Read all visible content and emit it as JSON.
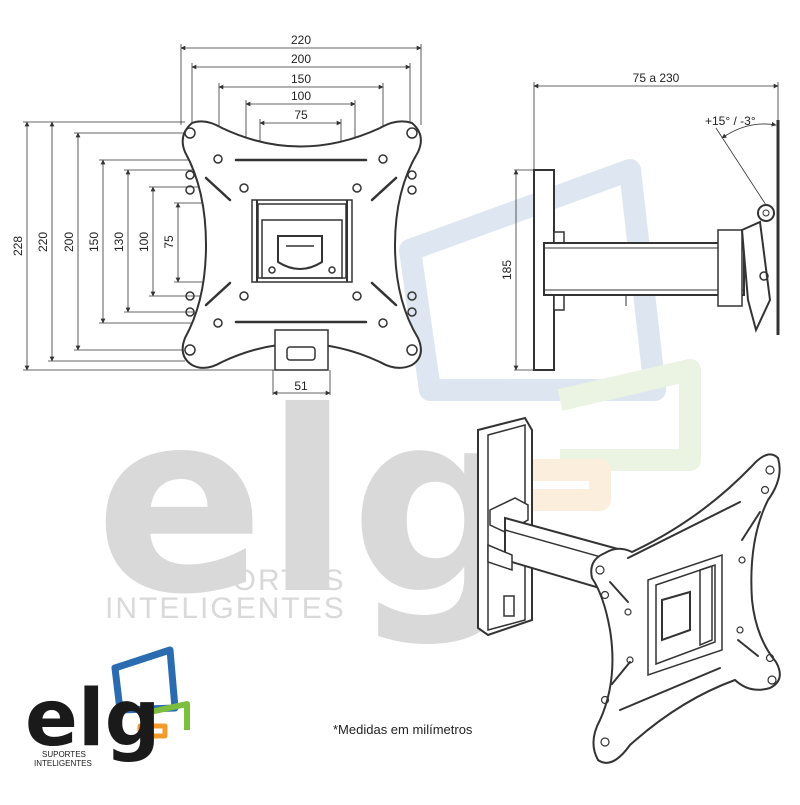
{
  "front_view": {
    "width_dims": [
      "220",
      "200",
      "150",
      "100",
      "75"
    ],
    "height_dims": [
      "228",
      "220",
      "200",
      "150",
      "130",
      "100",
      "75"
    ],
    "bracket_width": "51"
  },
  "side_view": {
    "depth_range": "75 a 230",
    "height": "185",
    "tilt": "+15° / -3°"
  },
  "watermark": {
    "brand": "elg",
    "line1": "SUPORTES",
    "line2": "INTELIGENTES"
  },
  "logo": {
    "brand": "elg",
    "line1": "SUPORTES",
    "line2": "INTELIGENTES",
    "colors": {
      "blue": "#2b6cb0",
      "green": "#7cbf3f",
      "orange": "#f39c2b"
    }
  },
  "note": "*Medidas em milímetros"
}
